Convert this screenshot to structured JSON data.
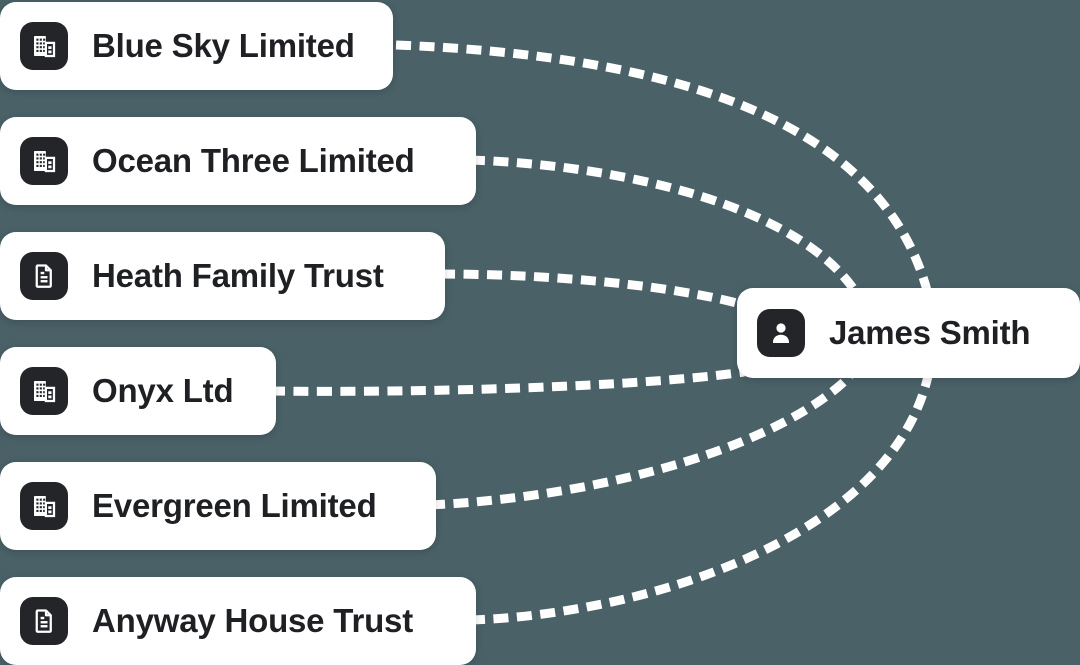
{
  "diagram": {
    "background_color": "#4a6168",
    "line_color": "#ffffff",
    "card_color": "#ffffff",
    "icon_background": "#232528",
    "text_color": "#1e2023",
    "line_style": "dashed"
  },
  "entities": [
    {
      "label": "Blue Sky Limited",
      "type": "company",
      "icon": "building-icon"
    },
    {
      "label": "Ocean Three Limited",
      "type": "company",
      "icon": "building-icon"
    },
    {
      "label": "Heath Family Trust",
      "type": "trust",
      "icon": "document-icon"
    },
    {
      "label": "Onyx Ltd",
      "type": "company",
      "icon": "building-icon"
    },
    {
      "label": "Evergreen Limited",
      "type": "company",
      "icon": "building-icon"
    },
    {
      "label": "Anyway House Trust",
      "type": "trust",
      "icon": "document-icon"
    }
  ],
  "person": {
    "label": "James Smith",
    "icon": "person-icon"
  },
  "connections": [
    {
      "from": "Blue Sky Limited",
      "to": "James Smith"
    },
    {
      "from": "Ocean Three Limited",
      "to": "James Smith"
    },
    {
      "from": "Heath Family Trust",
      "to": "James Smith"
    },
    {
      "from": "Onyx Ltd",
      "to": "James Smith"
    },
    {
      "from": "Evergreen Limited",
      "to": "James Smith"
    },
    {
      "from": "Anyway House Trust",
      "to": "James Smith"
    }
  ]
}
